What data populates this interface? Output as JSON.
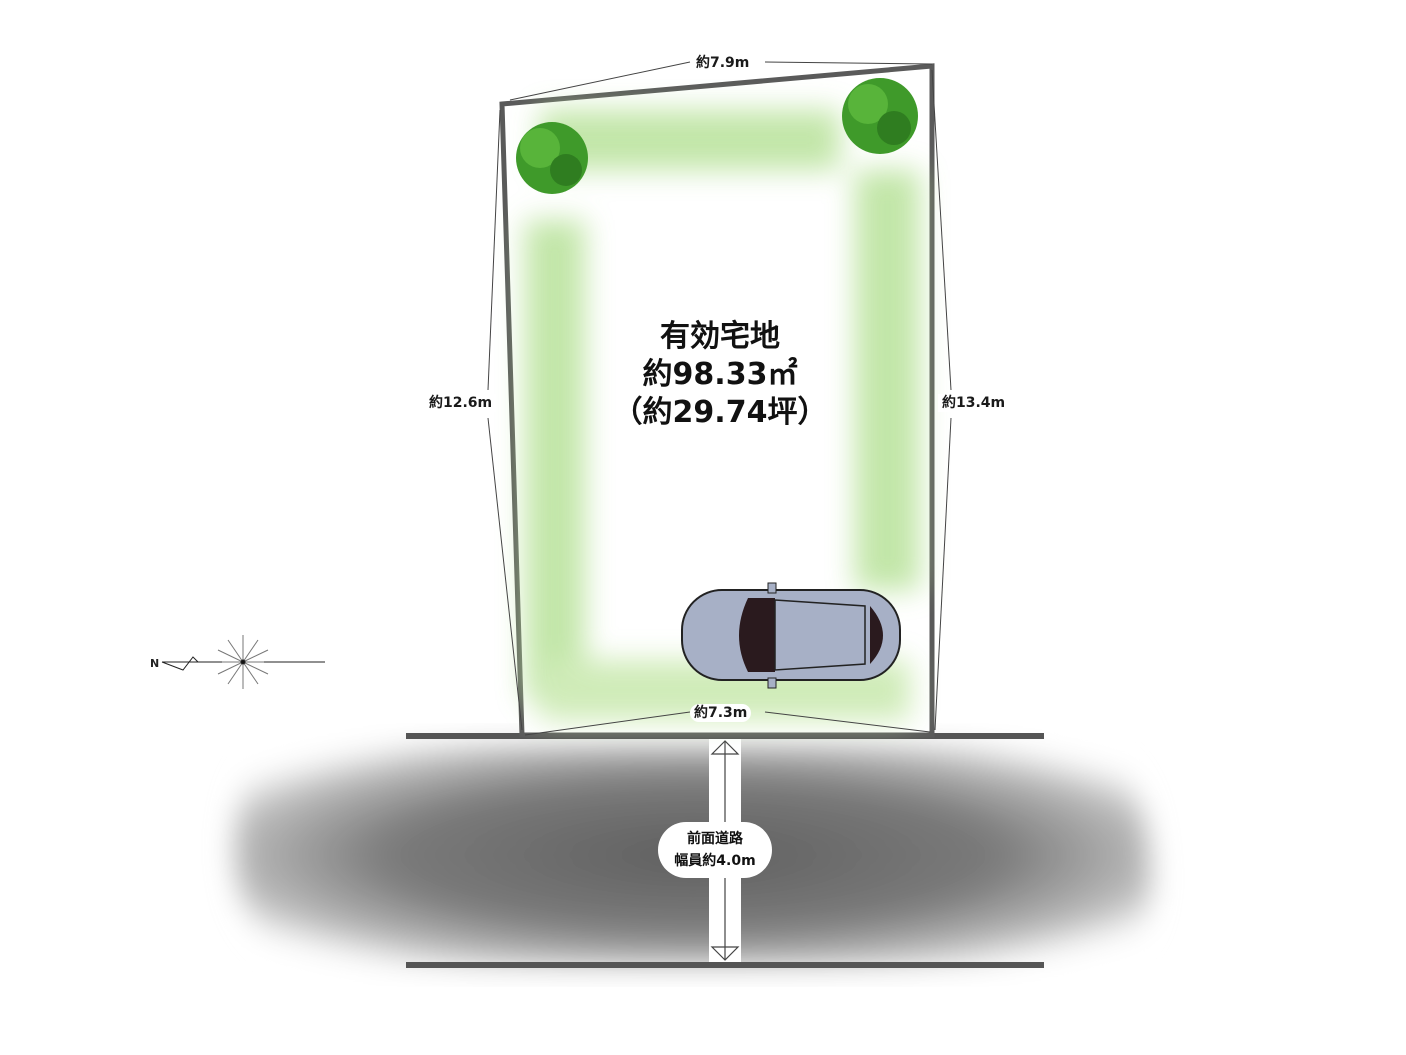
{
  "lot": {
    "title": "有効宅地",
    "area_sqm": "約98.33㎡",
    "area_tsubo": "（約29.74坪）"
  },
  "dimensions": {
    "top": "約7.9m",
    "left": "約12.6m",
    "right": "約13.4m",
    "bottom": "約7.3m"
  },
  "road": {
    "name": "前面道路",
    "width": "幅員約4.0m"
  },
  "compass": {
    "north_label": "N"
  },
  "colors": {
    "lot_border": "#5a5a5a",
    "garden_green": "#b8e29a",
    "tree_green": "#3f9a2a",
    "road_gray": "#6e6e6e",
    "car_body": "#a7b0c6",
    "car_glass": "#2a1a1e"
  }
}
